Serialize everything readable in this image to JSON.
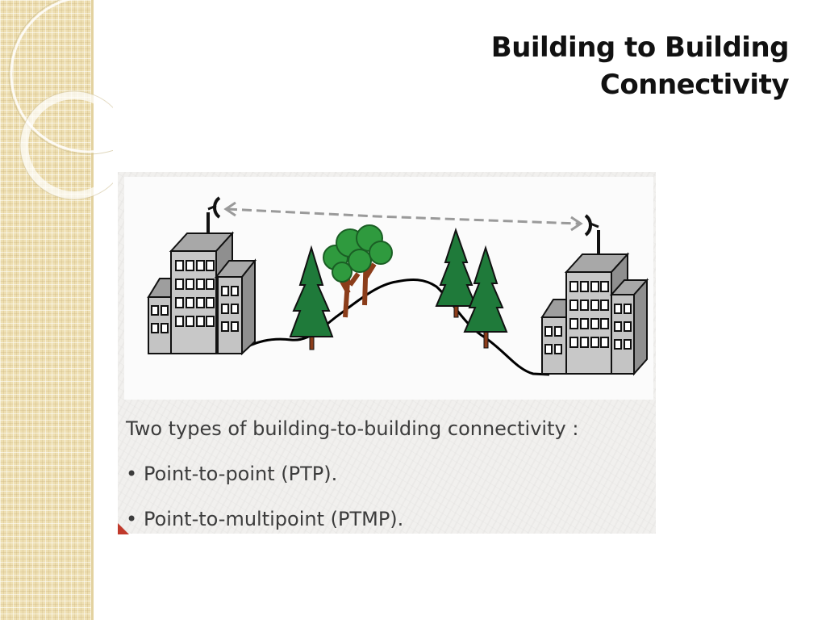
{
  "slide": {
    "title_line1": "Building to Building",
    "title_line2": "Connectivity"
  },
  "figure": {
    "intro": "Two types of building-to-building connectivity :",
    "bullets": [
      "Point-to-point (PTP).",
      "Point-to-multipoint (PTMP)."
    ],
    "bullet_glyph": "•"
  },
  "colors": {
    "strip": "#eedfb2",
    "tree_green": "#1f7a3a",
    "trunk_brown": "#8b3d1a",
    "building_gray": "#bdbdbd",
    "link_dashes": "#9a9a9a"
  }
}
